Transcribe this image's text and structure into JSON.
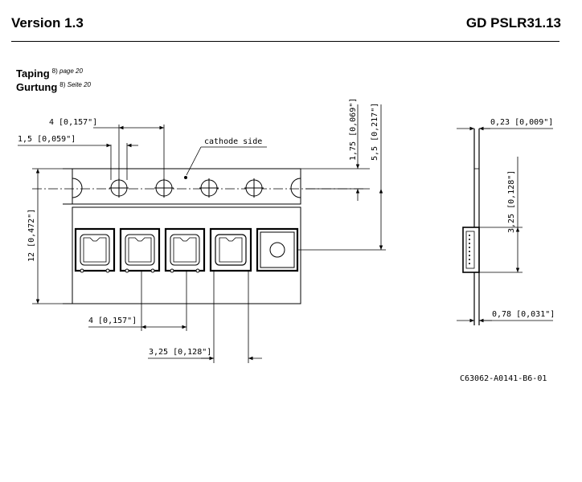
{
  "header": {
    "version": "Version 1.3",
    "part_number": "GD PSLR31.13"
  },
  "section": {
    "title_en": "Taping",
    "ref_en_number": "8)",
    "ref_en_page": "page 20",
    "title_de": "Gurtung",
    "ref_de_number": "8)",
    "ref_de_page": "Seite 20"
  },
  "drawing": {
    "dim_pitch_top": "4 [0,157\"]",
    "dim_hole_offset": "1,5 [0,059\"]",
    "label_cathode": "cathode side",
    "dim_edge_hole": "1,75 [0,069\"]",
    "dim_center_line": "5,5 [0,217\"]",
    "dim_tape_width": "12 [0,472\"]",
    "dim_pitch_bottom": "4 [0,157\"]",
    "dim_pocket_width": "3,25 [0,128\"]",
    "dim_cover_thickness": "0,23 [0,009\"]",
    "dim_pocket_depth": "3,25 [0,128\"]",
    "dim_carrier_thickness": "0,78 [0,031\"]",
    "drawing_number": "C63062-A0141-B6-01"
  }
}
